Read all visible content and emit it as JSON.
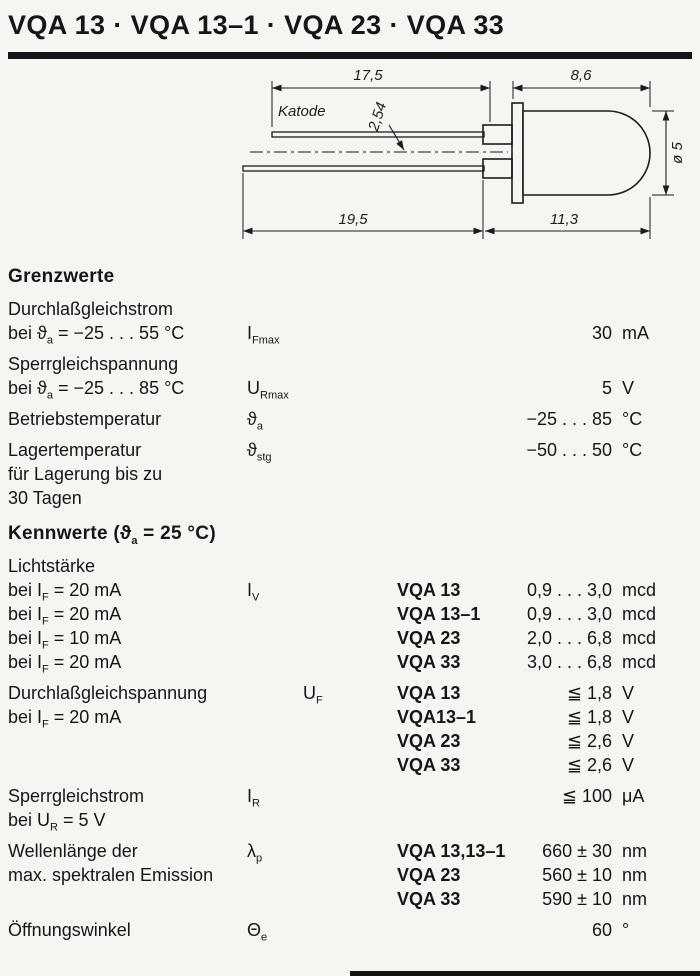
{
  "page": {
    "title": "VQA 13 · VQA 13–1 · VQA 23 · VQA 33"
  },
  "drawing": {
    "katode_label": "Katode",
    "dim_lead_top": "17,5",
    "dim_body_length": "8,6",
    "dim_lead_pitch": "2,54",
    "dim_diameter": "ø 5",
    "dim_lead_bottom": "19,5",
    "dim_body_total": "11,3"
  },
  "grenzwerte": {
    "heading": "Grenzwerte",
    "rows": [
      {
        "name": "Durchlaßgleichstrom",
        "condition": "bei ϑ_{a} = −25 . . . 55 °C",
        "symbol": "I_{Fmax}",
        "value": "30",
        "unit": "mA"
      },
      {
        "name": "Sperrgleichspannung",
        "condition": "bei ϑ_{a} = −25 . . . 85 °C",
        "symbol": "U_{Rmax}",
        "value": "5",
        "unit": "V"
      },
      {
        "name": "Betriebstemperatur",
        "symbol": "ϑ_{a}",
        "value": "−25 . . . 85",
        "unit": "°C"
      },
      {
        "name": "Lagertemperatur",
        "note1": "für Lagerung bis zu",
        "note2": "30 Tagen",
        "symbol": "ϑ_{stg}",
        "value": "−50 . . . 50",
        "unit": "°C"
      }
    ]
  },
  "kennwerte": {
    "heading": "Kennwerte (ϑ_{a} = 25 °C)",
    "lichtstaerke": {
      "name": "Lichtstärke",
      "symbol": "I_{V}",
      "rows": [
        {
          "condition": "bei I_{F} = 20 mA",
          "type": "VQA 13",
          "value": "0,9 . . . 3,0",
          "unit": "mcd"
        },
        {
          "condition": "bei I_{F} = 20 mA",
          "type": "VQA 13–1",
          "value": "0,9 . . . 3,0",
          "unit": "mcd"
        },
        {
          "condition": "bei I_{F} = 10 mA",
          "type": "VQA 23",
          "value": "2,0 . . . 6,8",
          "unit": "mcd"
        },
        {
          "condition": "bei I_{F} = 20 mA",
          "type": "VQA 33",
          "value": "3,0 . . . 6,8",
          "unit": "mcd"
        }
      ]
    },
    "durchlassspannung": {
      "name": "Durchlaßgleichspannung",
      "condition": "bei I_{F} = 20 mA",
      "symbol": "U_{F}",
      "rows": [
        {
          "type": "VQA 13",
          "value": "≦ 1,8",
          "unit": "V"
        },
        {
          "type": "VQA13–1",
          "value": "≦ 1,8",
          "unit": "V"
        },
        {
          "type": "VQA 23",
          "value": "≦ 2,6",
          "unit": "V"
        },
        {
          "type": "VQA 33",
          "value": "≦ 2,6",
          "unit": "V"
        }
      ]
    },
    "sperrstrom": {
      "name": "Sperrgleichstrom",
      "condition": "bei U_{R} = 5 V",
      "symbol": "I_{R}",
      "value": "≦ 100",
      "unit": "μA"
    },
    "wellenlaenge": {
      "name1": "Wellenlänge der",
      "name2": "max. spektralen Emission",
      "symbol": "λ_{p}",
      "rows": [
        {
          "type": "VQA 13,13–1",
          "value": "660 ± 30",
          "unit": "nm"
        },
        {
          "type": "VQA 23",
          "value": "560 ± 10",
          "unit": "nm"
        },
        {
          "type": "VQA 33",
          "value": "590 ± 10",
          "unit": "nm"
        }
      ]
    },
    "oeffnungswinkel": {
      "name": "Öffnungswinkel",
      "symbol": "Θ_{e}",
      "value": "60",
      "unit": "°"
    }
  }
}
